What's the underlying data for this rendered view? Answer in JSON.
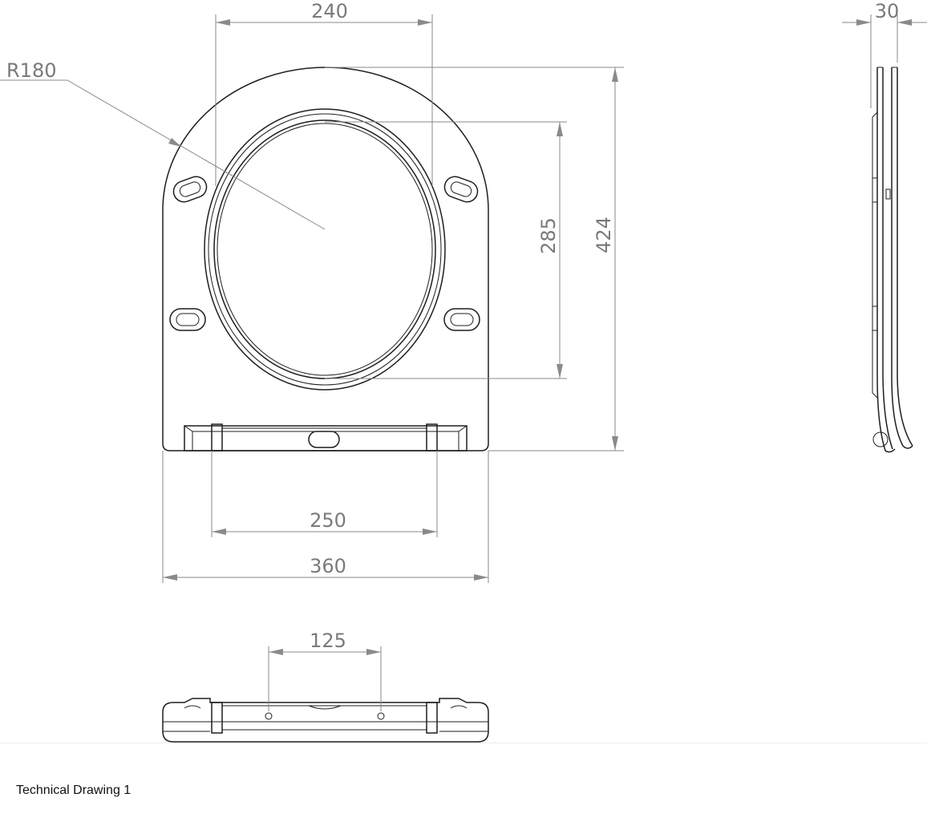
{
  "drawing": {
    "dimensions": {
      "top_width": "240",
      "radius": "R180",
      "inner_height": "285",
      "overall_height": "424",
      "hinge_spacing": "250",
      "overall_width": "360",
      "bottom_spacing": "125",
      "thickness": "30"
    }
  },
  "caption": "Technical Drawing 1"
}
